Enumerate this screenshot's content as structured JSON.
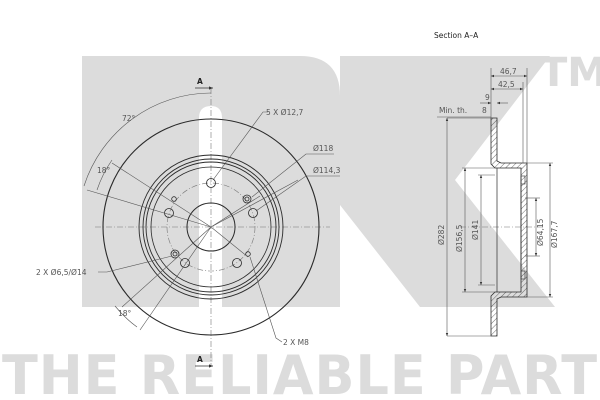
{
  "drawing": {
    "section_title": "Section  A–A",
    "section_marker": "A",
    "brand": {
      "logo_letters": "NK",
      "trademark": "TM",
      "slogan": "THE RELIABLE PART",
      "watermark_color": "#dcdcdc"
    },
    "front_view": {
      "angle_72": "72°",
      "angle_18_top": "18°",
      "angle_18_bottom": "18°",
      "bolt_holes": "5 X Ø12,7",
      "pcd_outer": "Ø118",
      "pcd_bolt": "Ø114,3",
      "locating_holes": "2 X Ø6,5/Ø14",
      "threads": "2 X M8"
    },
    "section_view": {
      "overall_height": "46,7",
      "hat_height": "42,5",
      "thickness": "9",
      "min_thickness_label": "Min. th.",
      "min_thickness_value": "8",
      "outer_diameter": "Ø282",
      "diameter_156": "Ø156,5",
      "diameter_141": "Ø141",
      "center_bore": "Ø64,15",
      "hat_diameter": "Ø167,7"
    }
  }
}
